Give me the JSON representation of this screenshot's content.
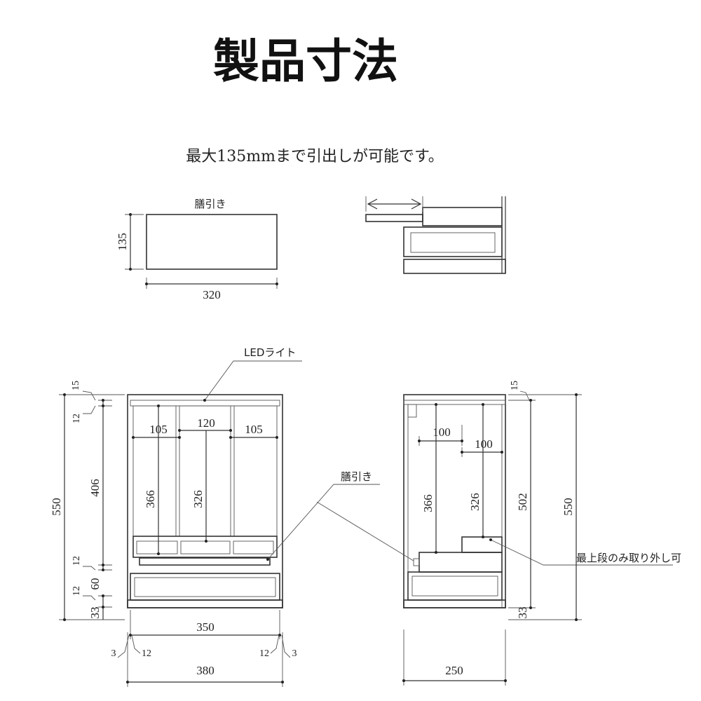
{
  "title": "製品寸法",
  "note": "最大135mmまで引出しが可能です。",
  "labels": {
    "zen_hiki": "膳引き",
    "led_light": "LEDライト",
    "zen_hiki_front": "膳引き",
    "top_removable": "最上段のみ取り外し可"
  },
  "dims": {
    "tray_height": "135",
    "tray_width": "320",
    "front_top_15": "15",
    "front_12_top": "12",
    "front_total_550": "550",
    "front_inner_406": "406",
    "front_12_mid": "12",
    "front_12_low": "12",
    "front_60": "60",
    "front_33": "33",
    "front_105_left": "105",
    "front_120": "120",
    "front_105_right": "105",
    "front_366": "366",
    "front_326": "326",
    "front_350": "350",
    "front_3_left": "3",
    "front_12_left": "12",
    "front_12_right": "12",
    "front_3_right": "3",
    "front_380": "380",
    "side_15": "15",
    "side_100_a": "100",
    "side_100_b": "100",
    "side_366": "366",
    "side_326": "326",
    "side_502": "502",
    "side_550": "550",
    "side_33": "33",
    "side_250": "250"
  }
}
